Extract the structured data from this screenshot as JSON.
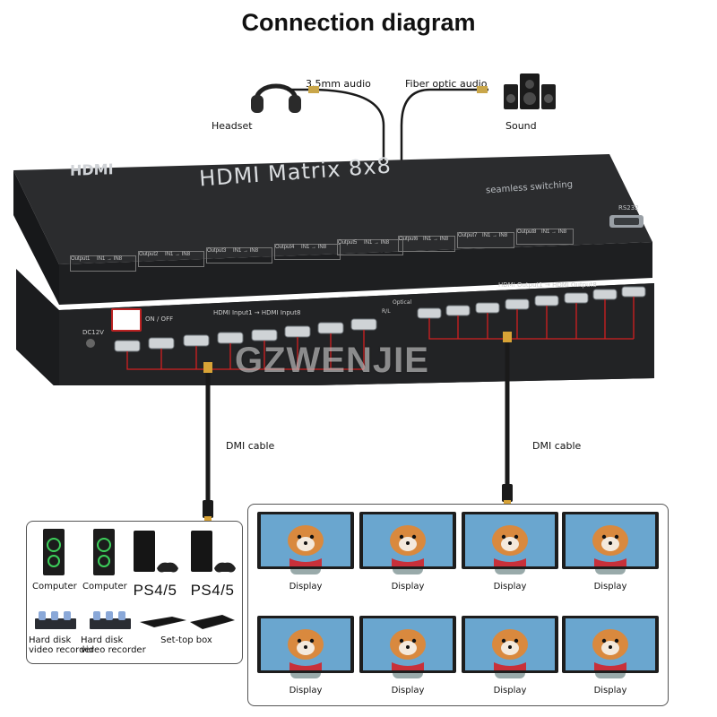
{
  "title": "Connection diagram",
  "audio": {
    "headset_label": "Headset",
    "sound_label": "Sound",
    "jack_label": "3.5mm audio",
    "optical_label": "Fiber optic audio"
  },
  "device": {
    "logo": "HDMI",
    "name": "HDMI Matrix 8x8",
    "subtitle": "seamless switching",
    "rs232": "RS232",
    "power_port": "DC12V",
    "switch_label": "ON / OFF",
    "inputs_label": "HDMI Input1 → HDMI Input8",
    "outputs_label": "HDMI Output1 → HDMI Output8",
    "rl_label": "R/L",
    "optical_port": "Optical",
    "output_groups": [
      {
        "name": "Output1",
        "range": "IN1 → IN8"
      },
      {
        "name": "Output2",
        "range": "IN1 → IN8"
      },
      {
        "name": "Output3",
        "range": "IN1 → IN8"
      },
      {
        "name": "Output4",
        "range": "IN1 → IN8"
      },
      {
        "name": "Output5",
        "range": "IN1 → IN8"
      },
      {
        "name": "Output6",
        "range": "IN1 → IN8"
      },
      {
        "name": "Output7",
        "range": "IN1 → IN8"
      },
      {
        "name": "Output8",
        "range": "IN1 → IN8"
      }
    ]
  },
  "watermark": "GZWENJIE",
  "cables": {
    "left": "DMI cable",
    "right": "DMI cable"
  },
  "sources": {
    "items": [
      {
        "label": "Computer"
      },
      {
        "label": "Computer"
      },
      {
        "label": "PS4/5"
      },
      {
        "label": "PS4/5"
      },
      {
        "label": "Hard disk\nvideo recorder"
      },
      {
        "label": "Hard disk\nvideo recorder"
      },
      {
        "label": "Set-top box"
      }
    ]
  },
  "displays": {
    "items": [
      {
        "label": "Display"
      },
      {
        "label": "Display"
      },
      {
        "label": "Display"
      },
      {
        "label": "Display"
      },
      {
        "label": "Display"
      },
      {
        "label": "Display"
      },
      {
        "label": "Display"
      },
      {
        "label": "Display"
      }
    ]
  },
  "colors": {
    "device_body": "#1e1f21",
    "device_top": "#2b2c2e",
    "red_line": "#d32020",
    "cable": "#1a1a1a",
    "gold": "#d8a336"
  }
}
